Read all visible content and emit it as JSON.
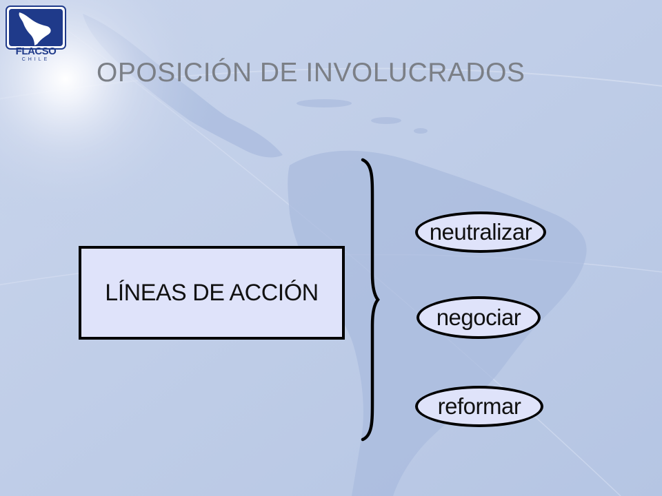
{
  "logo": {
    "name": "FLACSO",
    "sub": "CHILE"
  },
  "slide": {
    "title": "OPOSICIÓN DE INVOLUCRADOS",
    "main_label": "LÍNEAS DE ACCIÓN",
    "options": [
      "neutralizar",
      "negociar",
      "reformar"
    ]
  },
  "colors": {
    "background": "#bccbe6",
    "box_fill": "#dfe3fa",
    "title_text": "#7b7f86",
    "logo_blue": "#1f3a8a"
  }
}
